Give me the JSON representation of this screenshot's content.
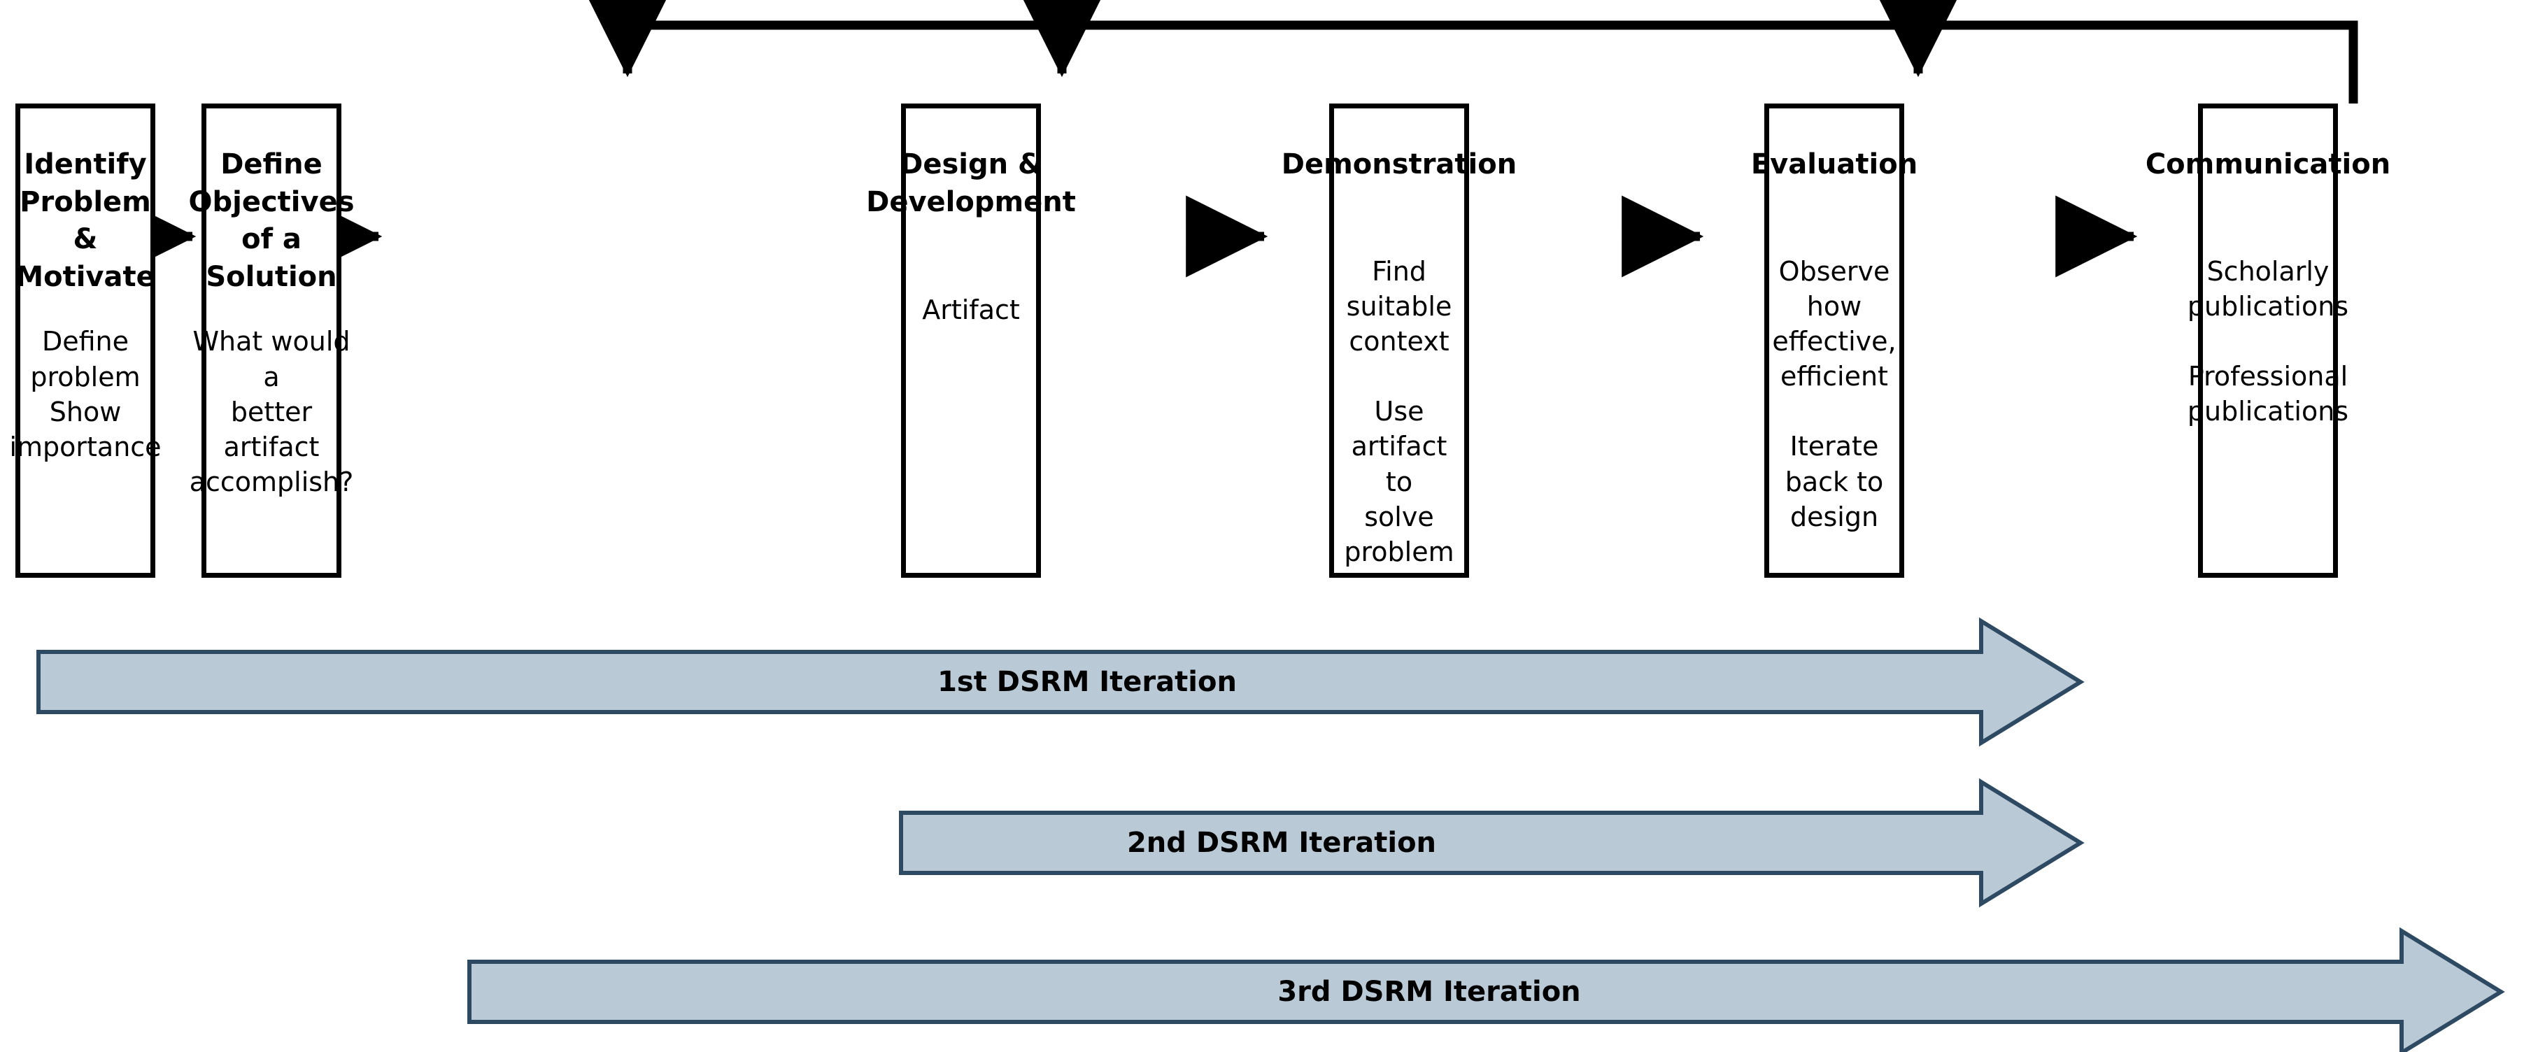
{
  "diagram": {
    "title": "Design Science Research Methodology (DSRM) Process with Iterations",
    "colors": {
      "stroke": "#000000",
      "box_fill": "#ffffff",
      "arrow_fill": "#bac9d6",
      "arrow_stroke": "#2e4a63",
      "background": "#ffffff"
    },
    "stages": [
      {
        "id": "identify-problem-motivate",
        "title": "Identify\nProblem &\nMotivate",
        "description": "Define problem\nShow importance"
      },
      {
        "id": "define-objectives",
        "title": "Define\nObjectives of a\nSolution",
        "description": "What would a\nbetter artifact\naccomplish?"
      },
      {
        "id": "design-development",
        "title": "Design &\nDevelopment",
        "description": "Artifact"
      },
      {
        "id": "demonstration",
        "title": "Demonstration",
        "description": "Find suitable\ncontext\n\nUse artifact to\nsolve problem"
      },
      {
        "id": "evaluation",
        "title": "Evaluation",
        "description": "Observe how\neffective, efficient\n\nIterate back to\ndesign"
      },
      {
        "id": "communication",
        "title": "Communication",
        "description": "Scholarly\npublications\n\nProfessional\npublications"
      }
    ],
    "iterations": [
      {
        "id": "iteration-1",
        "label": "1st DSRM Iteration"
      },
      {
        "id": "iteration-2",
        "label": "2nd DSRM Iteration"
      },
      {
        "id": "iteration-3",
        "label": "3rd DSRM Iteration"
      }
    ],
    "flow_arrows": [
      {
        "from": "identify-problem-motivate",
        "to": "define-objectives"
      },
      {
        "from": "define-objectives",
        "to": "design-development"
      },
      {
        "from": "design-development",
        "to": "demonstration"
      },
      {
        "from": "demonstration",
        "to": "evaluation"
      },
      {
        "from": "evaluation",
        "to": "communication"
      }
    ],
    "feedback_arrows": [
      {
        "from": "communication",
        "to": "define-objectives"
      },
      {
        "from": "communication",
        "to": "design-development"
      },
      {
        "from": "communication",
        "to": "evaluation"
      }
    ]
  }
}
